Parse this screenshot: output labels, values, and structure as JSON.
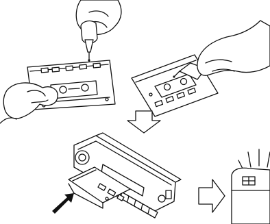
{
  "figure": {
    "panels": [
      {
        "id": "hold-cassette-drip",
        "icon": "cassette-with-hand-dropper-icon"
      },
      {
        "id": "tilt-cassette-drip",
        "icon": "cassette-tilted-dropper-icon"
      },
      {
        "id": "insert-into-deck",
        "icon": "car-stereo-cassette-insert-icon"
      },
      {
        "id": "result-display",
        "icon": "display-light-rays-icon"
      }
    ],
    "arrows": [
      {
        "id": "down",
        "icon": "hollow-down-arrow-icon"
      },
      {
        "id": "right",
        "icon": "hollow-right-arrow-icon"
      },
      {
        "id": "push",
        "icon": "solid-push-arrow-icon"
      }
    ]
  }
}
